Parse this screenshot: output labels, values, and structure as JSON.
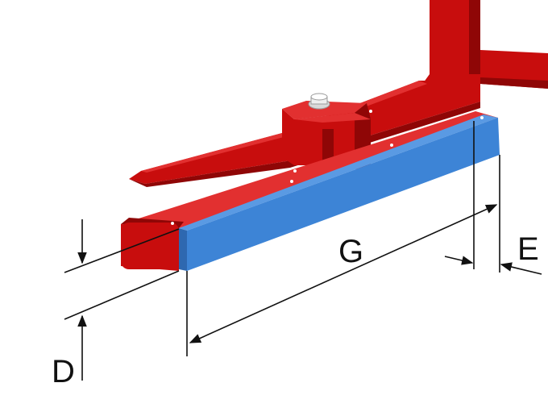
{
  "diagram": {
    "labels": {
      "g": "G",
      "e": "E",
      "d": "D"
    },
    "colors": {
      "fork_red": "#c80d0d",
      "fork_red_dark": "#8f0606",
      "fork_red_light": "#e23030",
      "pad_blue": "#3d84d6",
      "pad_blue_dark": "#2e68b0",
      "pad_blue_light": "#5a9ae3",
      "dimension_line": "#111111"
    }
  }
}
